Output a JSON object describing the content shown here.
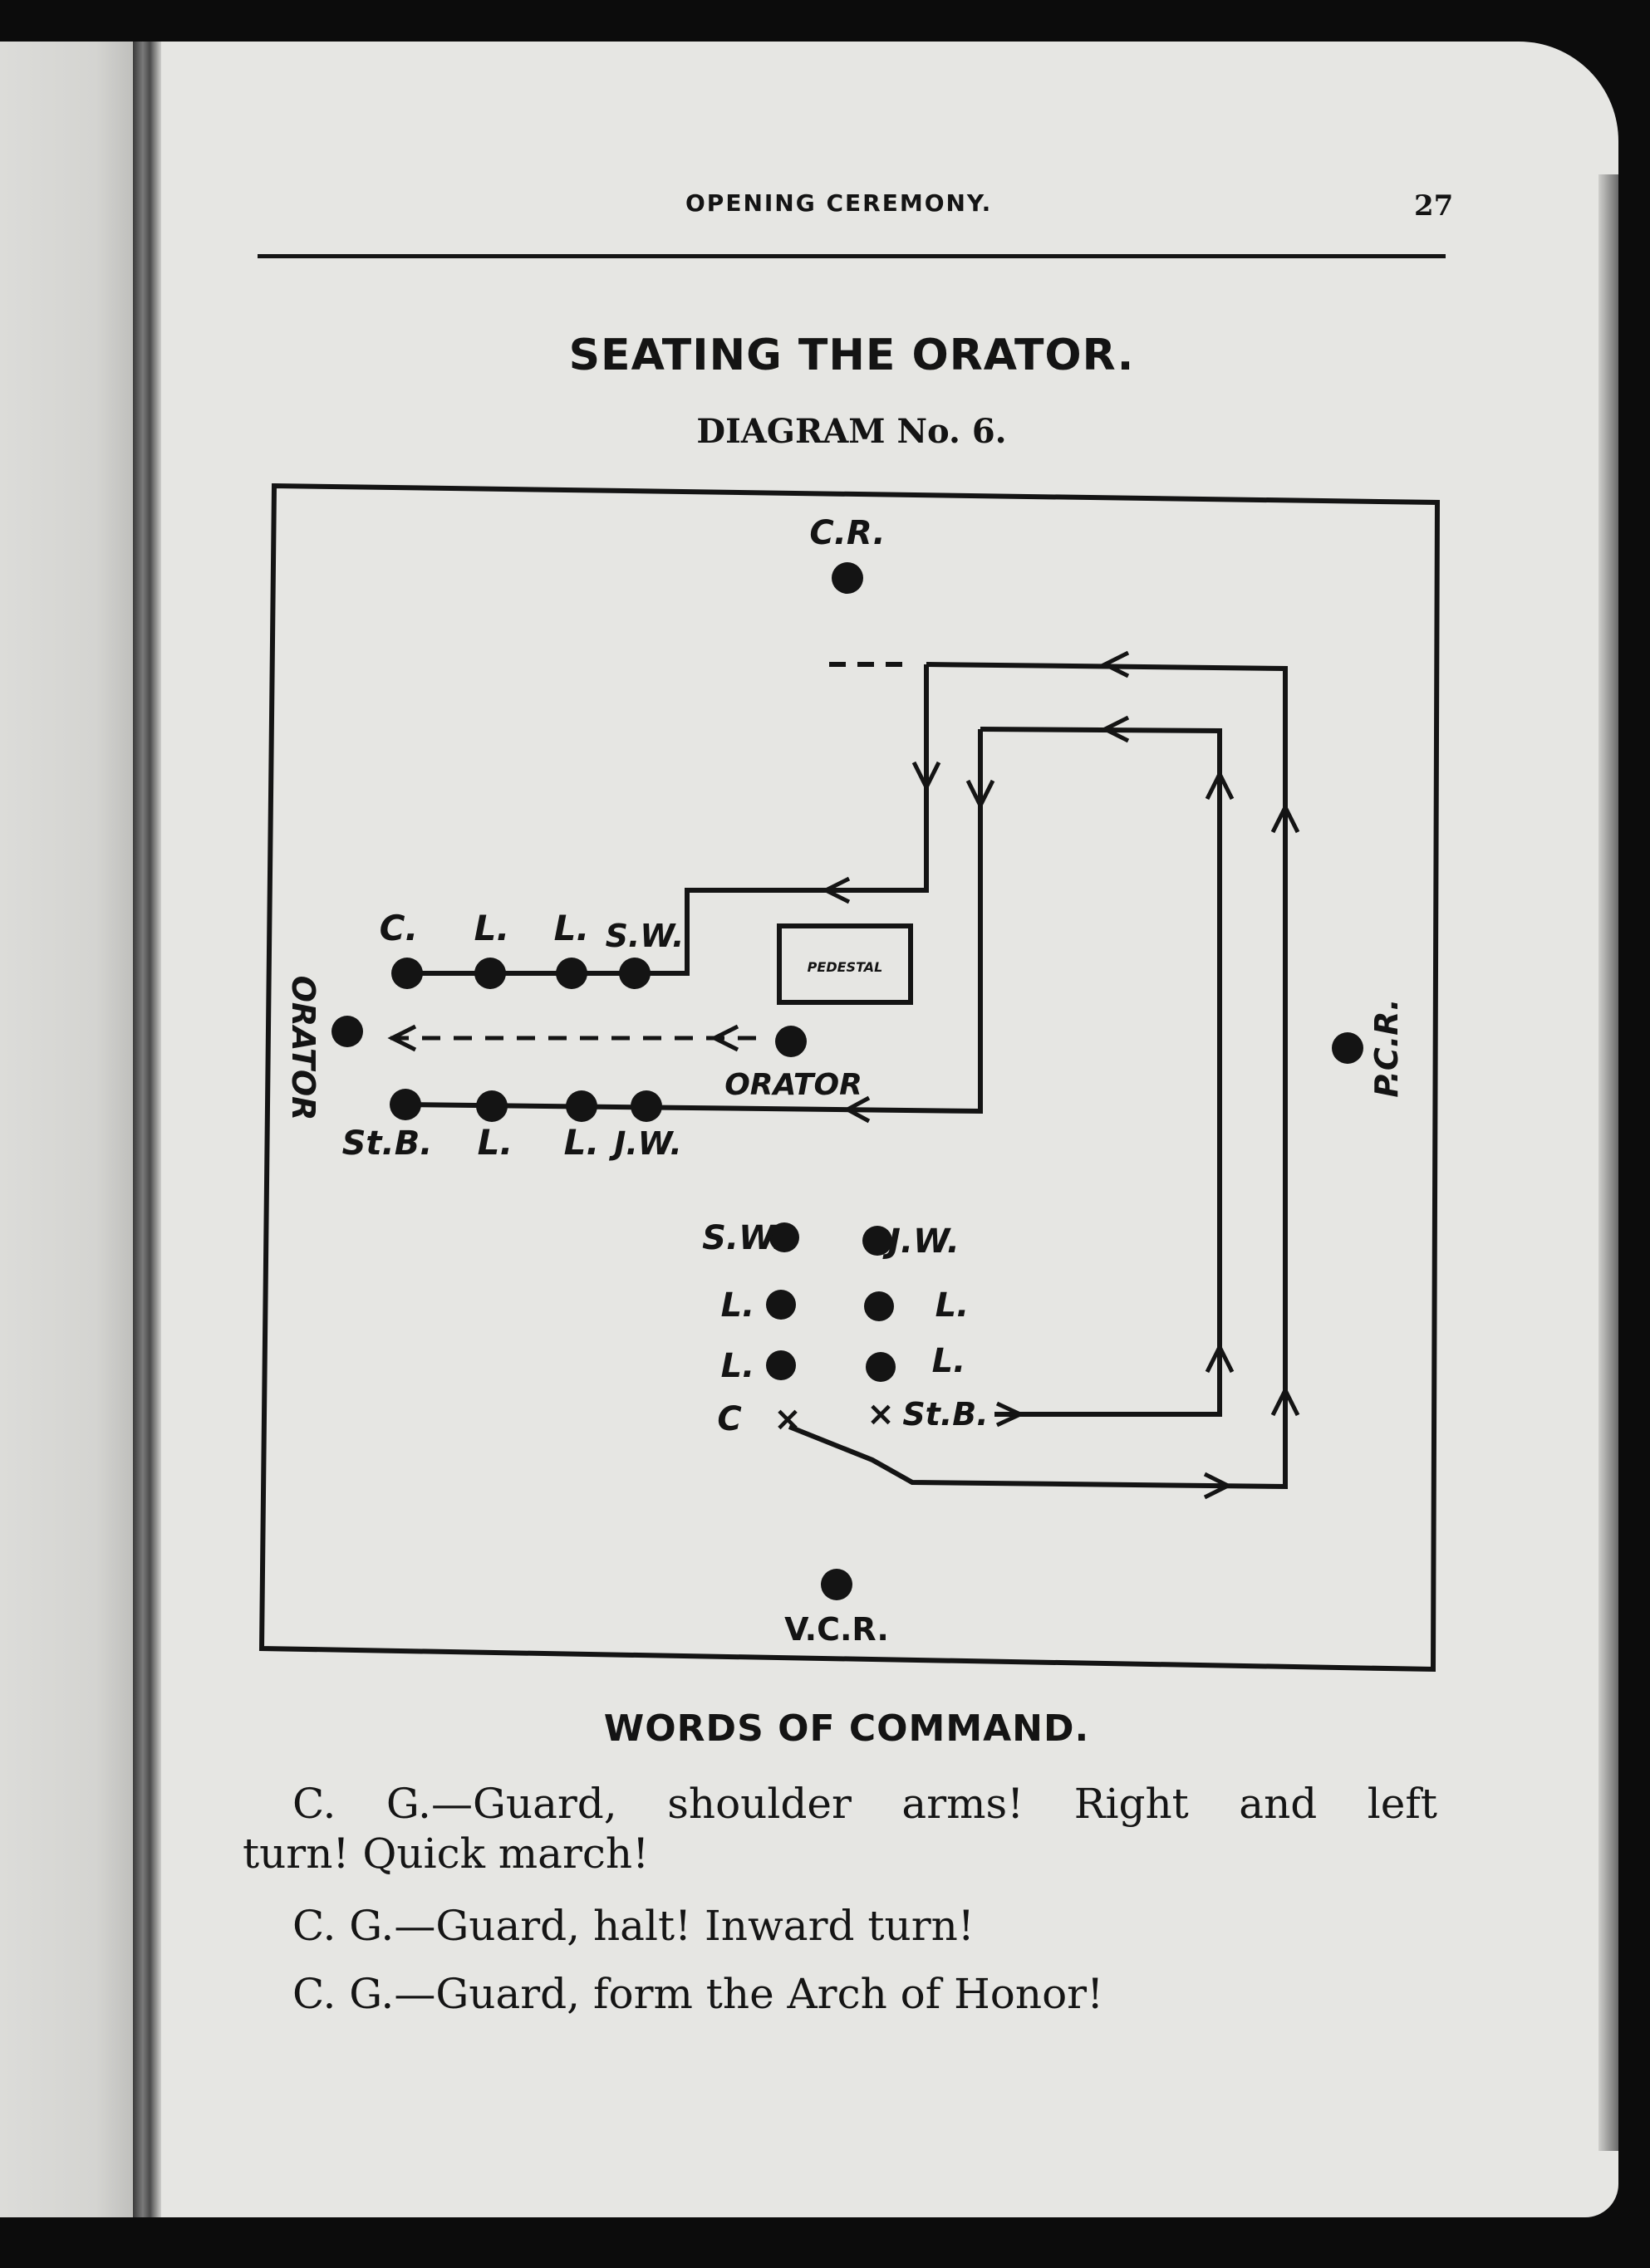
{
  "page": {
    "running_header": "OPENING CEREMONY.",
    "page_number": "27"
  },
  "title": "SEATING THE ORATOR.",
  "subtitle": "DIAGRAM No. 6.",
  "diagram": {
    "labels": {
      "cr": "C.R.",
      "pcr": "P.C.R.",
      "vcr": "V.C.R.",
      "orator_left": "ORATOR",
      "orator_center": "ORATOR",
      "pedestal": "PEDESTAL",
      "top_row": [
        "C.",
        "L.",
        "L.",
        "S.W."
      ],
      "bottom_row": [
        "St.B.",
        "L.",
        "L.",
        "J.W."
      ],
      "left_column": [
        "S.W.",
        "L.",
        "L.",
        "C"
      ],
      "right_column": [
        "J.W.",
        "L.",
        "L.",
        "St.B."
      ]
    }
  },
  "words_of_command": {
    "heading": "WORDS OF COMMAND.",
    "commands": [
      {
        "line1": "C. G.—Guard, shoulder arms! Right and left",
        "line2": "turn! Quick march!"
      },
      {
        "line1": "C. G.—Guard, halt! Inward turn!"
      },
      {
        "line1": "C. G.—Guard, form the Arch of Honor!"
      }
    ]
  },
  "colors": {
    "paper": "#e6e6e3",
    "ink": "#141414",
    "border": "#0c0c0c"
  }
}
